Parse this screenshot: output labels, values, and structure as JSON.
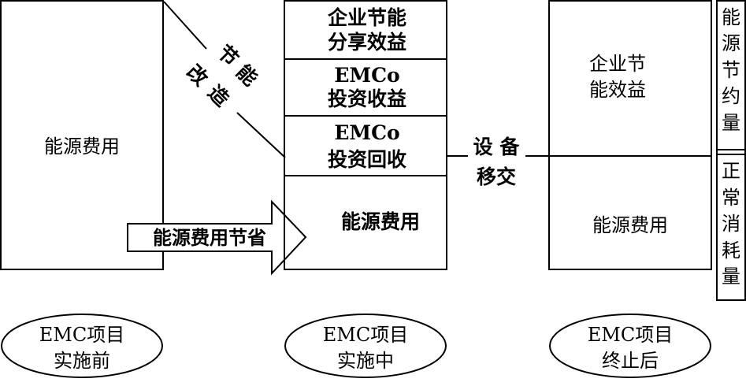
{
  "before": {
    "box_label": "能源费用",
    "arrow_label": "能源费用节省",
    "oval_lines": [
      "EMC项目",
      "实施前"
    ]
  },
  "retrofit": {
    "chars": [
      "节",
      "能",
      "改",
      "造"
    ]
  },
  "during": {
    "segments": {
      "share": [
        "企业节能",
        "分享效益"
      ],
      "return": [
        "EMCo",
        "投资收益"
      ],
      "recovery": [
        "EMCo",
        "投资回收"
      ]
    },
    "energy_cost": "能源费用",
    "oval_lines": [
      "EMC项目",
      "实施中"
    ]
  },
  "transfer": {
    "lines": [
      "设 备",
      "移交"
    ]
  },
  "after": {
    "benefit_lines": [
      "企业节",
      "能效益"
    ],
    "energy_cost": "能源费用",
    "oval_lines": [
      "EMC项目",
      "终止后"
    ]
  },
  "side_bar": {
    "saving": [
      "能",
      "源",
      "节",
      "约",
      "量"
    ],
    "normal": [
      "正",
      "常",
      "消",
      "耗",
      "量"
    ]
  }
}
